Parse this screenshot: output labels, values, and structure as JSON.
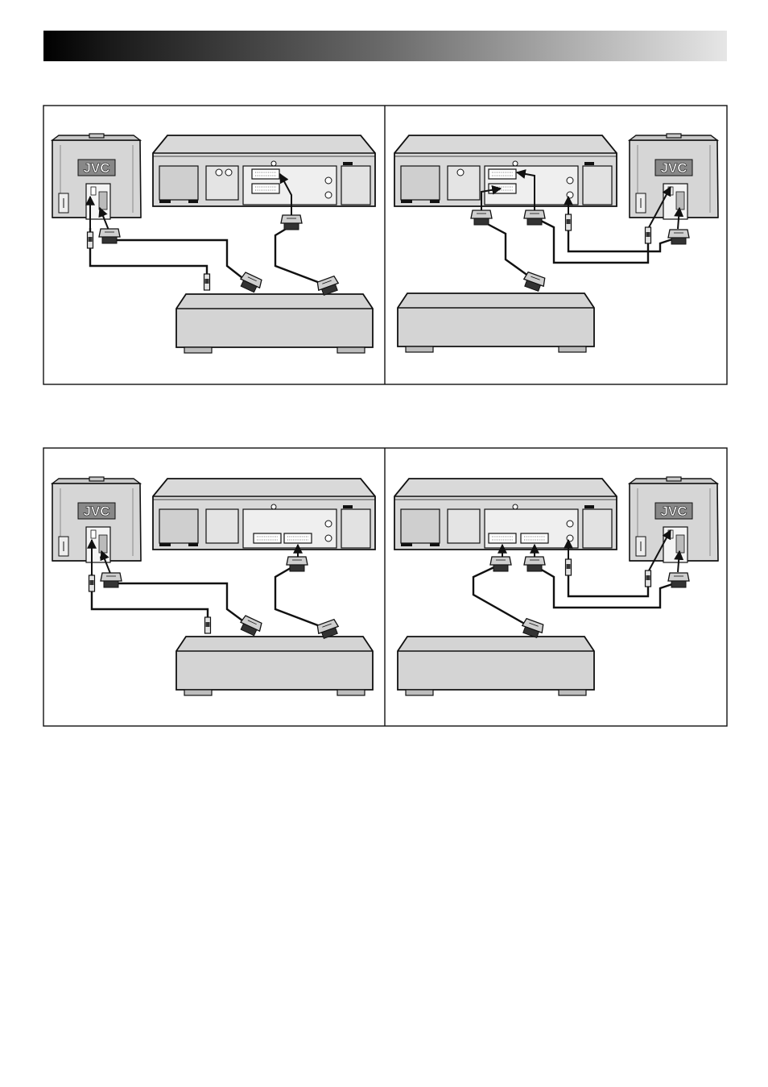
{
  "brand_label": "JVC",
  "panels": [
    {
      "id": "top-left",
      "tv_side": "left"
    },
    {
      "id": "top-right",
      "tv_side": "right"
    },
    {
      "id": "bottom-left",
      "tv_side": "left"
    },
    {
      "id": "bottom-right",
      "tv_side": "right"
    }
  ],
  "colors": {
    "line": "#111111",
    "body": "#dcdcdc",
    "face": "#eaeaea",
    "dark": "#9a9a9a"
  }
}
